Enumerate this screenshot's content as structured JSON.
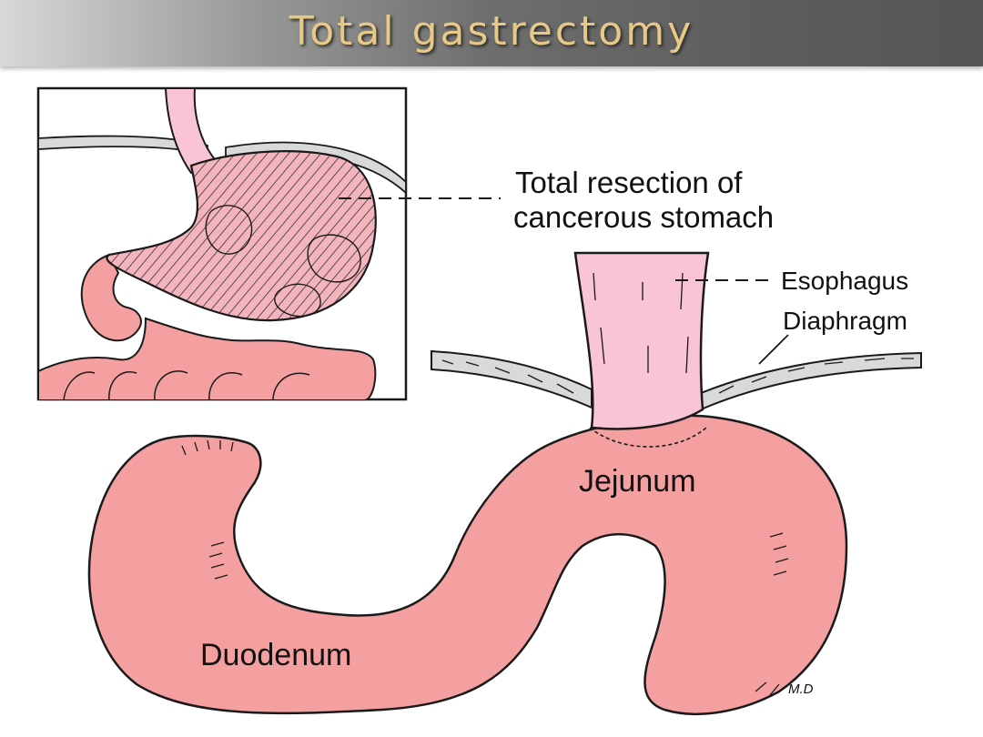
{
  "slide": {
    "title": "Total gastrectomy"
  },
  "figure": {
    "labels": {
      "resection_line1": "Total resection of",
      "resection_line2": "cancerous stomach",
      "esophagus": "Esophagus",
      "diaphragm": "Diaphragm",
      "jejunum": "Jejunum",
      "duodenum": "Duodenum",
      "artist_initials": "M.D"
    },
    "colors": {
      "bowel": "#f4a0a0",
      "esophagus": "#f8c4d6",
      "outline": "#1a1a1a",
      "diaphragm": "#d6d6d6",
      "title_text": "#e6c987"
    }
  }
}
